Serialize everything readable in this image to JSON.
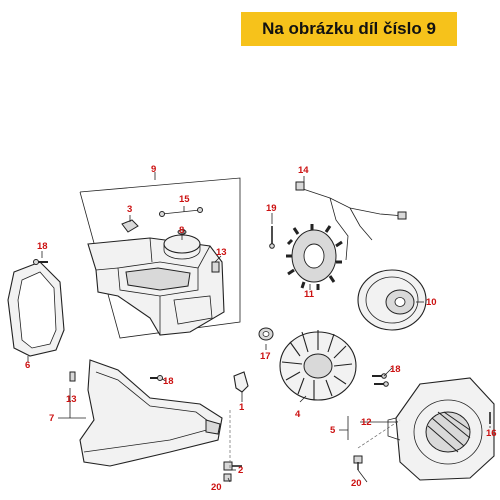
{
  "banner": {
    "text": "Na obrázku díl číslo 9"
  },
  "callouts": {
    "c1": "1",
    "c2": "2",
    "c3": "3",
    "c4": "4",
    "c5": "5",
    "c6": "6",
    "c7": "7",
    "c8": "8",
    "c9": "9",
    "c10": "10",
    "c11": "11",
    "c12": "12",
    "c13a": "13",
    "c13b": "13",
    "c14": "14",
    "c15": "15",
    "c16": "16",
    "c17": "17",
    "c18a": "18",
    "c18b": "18",
    "c18c": "18",
    "c19": "19",
    "c20a": "20",
    "c20b": "20"
  },
  "colors": {
    "banner_bg": "#f6c21b",
    "callout_text": "#cc1111"
  }
}
